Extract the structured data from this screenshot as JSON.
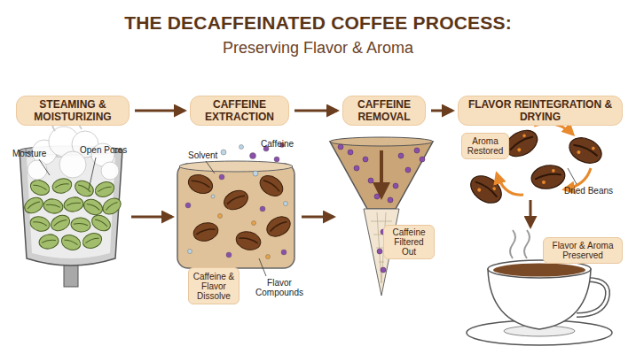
{
  "diagram": {
    "title": "THE DECAFFEINATED COFFEE PROCESS:",
    "nodes": [
      {
        "text": [
          "STEAMING & MOISTURIZING"
        ]
      },
      {
        "text": [
          "CAFFEINE EXTRACTION"
        ]
      },
      {
        "text": [
          "CAFFEINE REMOVAL"
        ]
      },
      {
        "text": [
          "FLAVOR REINTEGRATION & DRYING"
        ]
      },
      {
        "text": [
          "Caffeine & Flavor Dissolve"
        ]
      },
      {
        "text": [
          "Caffeine Filtered Out"
        ]
      },
      {
        "text": [
          "Aroma Restored"
        ]
      },
      {
        "text": [
          "Flavor & Aroma Preserved"
        ]
      }
    ],
    "edges": [
      {
        "from": 0,
        "to": 1,
        "arrow": "to"
      },
      {
        "from": 1,
        "to": 2,
        "arrow": "to"
      },
      {
        "from": 2,
        "to": 3,
        "arrow": "to"
      }
    ],
    "labels": [
      "Preserving Flavor & Aroma",
      "Moisture",
      "Open Pores",
      "Solvent",
      "Caffeine",
      "Flavor Compounds",
      "Dried Beans"
    ]
  }
}
